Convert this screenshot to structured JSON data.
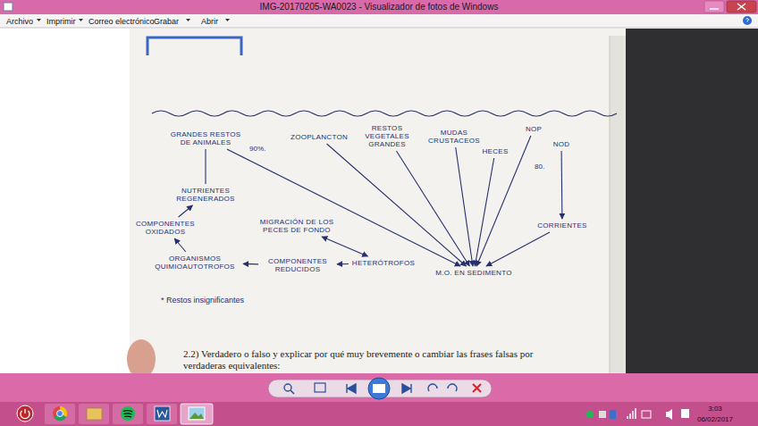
{
  "diagram": {
    "nodes": [
      {
        "text": [
          "GRANDES RESTOS DE ANIMALES"
        ]
      },
      {
        "text": [
          "ZOOPLANCTON"
        ]
      },
      {
        "text": [
          "RESTOS VEGETALES GRANDES"
        ]
      },
      {
        "text": [
          "MUDAS CRUSTACEOS"
        ]
      },
      {
        "text": [
          "NOP"
        ]
      },
      {
        "text": [
          "NOD"
        ]
      },
      {
        "text": [
          "HECES"
        ]
      },
      {
        "text": [
          "NUTRIENTES REGENERADOS"
        ]
      },
      {
        "text": [
          "COMPONENTES OXIDADOS"
        ]
      },
      {
        "text": [
          "MIGRACIÓN DE LOS PECES DE FONDO"
        ]
      },
      {
        "text": [
          "ORGANISMOS QUIMIOAUTOTROFOS"
        ]
      },
      {
        "text": [
          "COMPONENTES REDUCIDOS"
        ]
      },
      {
        "text": [
          "HETERÓTROFOS"
        ]
      },
      {
        "text": [
          "CORRIENTES"
        ]
      },
      {
        "text": [
          "M.O. EN SEDIMENTO"
        ]
      }
    ],
    "edges": [
      {
        "from": 0,
        "to": 7,
        "arrow": "none"
      },
      {
        "from": 8,
        "to": 7,
        "arrow": "to"
      },
      {
        "from": 10,
        "to": 8,
        "arrow": "to"
      },
      {
        "from": 11,
        "to": 10,
        "arrow": "to"
      },
      {
        "from": 12,
        "to": 11,
        "arrow": "to"
      },
      {
        "from": 9,
        "to": 12,
        "arrow": "both"
      },
      {
        "from": 0,
        "to": 14,
        "arrow": "to"
      },
      {
        "from": 1,
        "to": 14,
        "arrow": "to"
      },
      {
        "from": 2,
        "to": 14,
        "arrow": "to"
      },
      {
        "from": 3,
        "to": 14,
        "arrow": "to"
      },
      {
        "from": 6,
        "to": 14,
        "arrow": "to"
      },
      {
        "from": 4,
        "to": 14,
        "arrow": "to"
      },
      {
        "from": 5,
        "to": 13,
        "arrow": "to"
      },
      {
        "from": 13,
        "to": 14,
        "arrow": "to"
      }
    ],
    "labels": [
      "IMG-20170205-WA0023 - Visualizador de fotos de Windows",
      "Archivo",
      "Imprimir",
      "Correo electrónico",
      "Grabar",
      "Abrir",
      "90%.",
      "80.",
      "* Restos insignificantes",
      "2.2) Verdadero o falso y explicar por qué muy brevemente o cambiar las frases falsas por verdaderas equivalentes:",
      "3:03",
      "06/02/2017"
    ]
  }
}
